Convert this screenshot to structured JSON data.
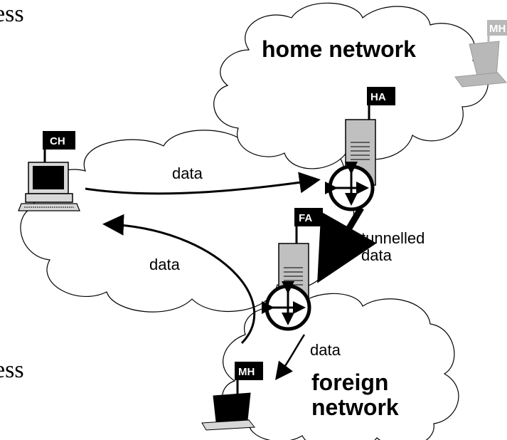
{
  "fragments": {
    "top_left": "ess",
    "bottom_left": "ess"
  },
  "labels": {
    "home_network": "home network",
    "foreign_network_line1": "foreign",
    "foreign_network_line2": "network",
    "data_ch_to_ha": "data",
    "data_mh_to_ch": "data",
    "tunnelled_line1": "tunnelled",
    "tunnelled_line2": "data",
    "data_fa_to_mh": "data"
  },
  "flags": {
    "ch": "CH",
    "ha": "HA",
    "fa": "FA",
    "mh_home": "MH",
    "mh_foreign": "MH"
  },
  "colors": {
    "line": "#000000",
    "server": "#c0c0c0",
    "ghost": "#b8b8b8",
    "flag": "#000000"
  }
}
